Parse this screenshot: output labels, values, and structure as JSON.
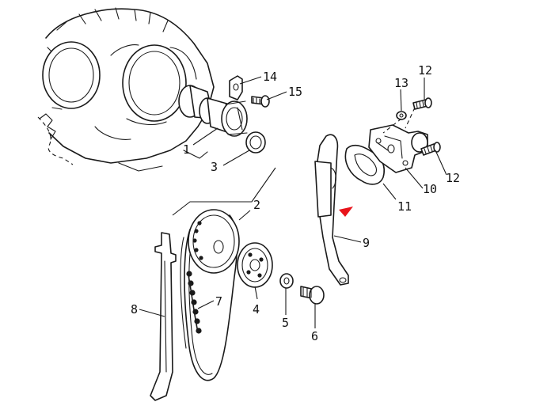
{
  "diagram": {
    "callouts": {
      "c1": "1",
      "c2": "2",
      "c3": "3",
      "c4": "4",
      "c5": "5",
      "c6": "6",
      "c7": "7",
      "c8": "8",
      "c9": "9",
      "c10": "10",
      "c11": "11",
      "c12a": "12",
      "c12b": "12",
      "c13": "13",
      "c14": "14",
      "c15": "15"
    },
    "marker_color": "#e8141b",
    "line_color": "#1a1a1a"
  }
}
